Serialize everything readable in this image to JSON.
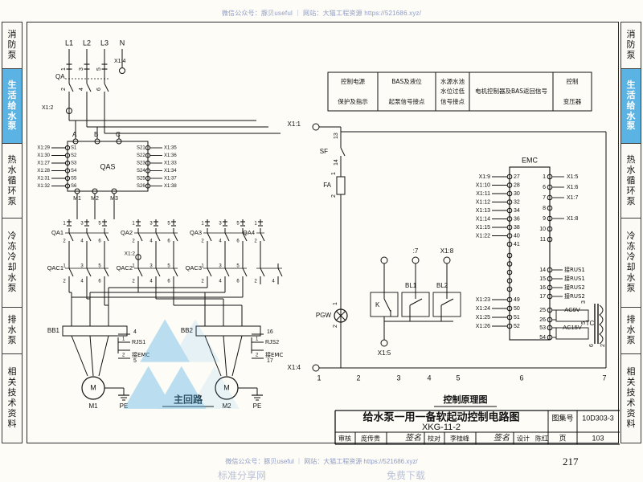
{
  "watermarks": {
    "top": "微信公众号：豚贝useful ｜ 网站：大猫工程资源 https://521686.xyz/",
    "bottom": "微信公众号：豚贝useful ｜ 网站：大猫工程资源 https://521686.xyz/",
    "bottom_left": "标准分享网",
    "bottom_right": "免费下载"
  },
  "page_number": "217",
  "sidebar": {
    "items": [
      {
        "id": "fire-pump",
        "label": "消防泵",
        "chars": [
          "消",
          "防",
          "泵"
        ],
        "active": false
      },
      {
        "id": "domestic-water-pump",
        "label": "生活给水泵",
        "chars": [
          "生",
          "活",
          "给",
          "水",
          "泵"
        ],
        "active": true
      },
      {
        "id": "hot-water-circulation-pump",
        "label": "热水循环泵",
        "chars": [
          "热",
          "水",
          "循",
          "环",
          "泵"
        ],
        "active": false
      },
      {
        "id": "chilled-cooling-water-pump",
        "label": "冷冻冷却水泵",
        "chars": [
          "冷",
          "冻",
          "冷",
          "却",
          "水",
          "泵"
        ],
        "active": false
      },
      {
        "id": "drainage-pump",
        "label": "排水泵",
        "chars": [
          "排",
          "水",
          "泵"
        ],
        "active": false
      },
      {
        "id": "related-technical-data",
        "label": "相关技术资料",
        "chars": [
          "相",
          "关",
          "技",
          "术",
          "资",
          "料"
        ],
        "active": false
      }
    ]
  },
  "title_block": {
    "drawing_title": "给水泵一用一备软起动控制电路图",
    "drawing_code": "XKG-11-2",
    "atlas_no_label": "图集号",
    "atlas_no_value": "10D303-3",
    "page_label": "页",
    "page_value": "103",
    "review_label": "审核",
    "review_name": "庞传贵",
    "check_label": "校对",
    "check_name": "李桂峰",
    "design_label": "设计",
    "design_name": "陈红"
  },
  "diagrams": {
    "main_circuit_title": "主回路",
    "control_circuit_title": "控制原理图"
  },
  "function_table": {
    "columns": [
      {
        "top": "控制电源",
        "bottom": "保护及指示"
      },
      {
        "top": "BAS及液位",
        "bottom": "起泵信号接点"
      },
      {
        "top": "水源水池",
        "mid": "水位过低",
        "bottom": "信号接点"
      },
      {
        "top": "",
        "mid": "电机控制器及BAS返回信号",
        "bottom": ""
      },
      {
        "top": "控制",
        "bottom": "变压器"
      }
    ]
  },
  "main_circuit": {
    "supply_phases": [
      "L1",
      "L2",
      "L3",
      "N"
    ],
    "neutral_terminal": "X1:4",
    "main_breaker": "QA",
    "main_breaker_in": [
      "1",
      "3",
      "5"
    ],
    "main_breaker_out": [
      "2",
      "4",
      "6"
    ],
    "x1_2_terminal": "X1:2",
    "soft_starter": {
      "name": "QAS",
      "phase_labels": [
        "A",
        "B",
        "C"
      ],
      "output_labels": [
        "M1",
        "M2",
        "M3"
      ],
      "left_terminals": [
        {
          "wire": "X1:29",
          "pin": "S1"
        },
        {
          "wire": "X1:30",
          "pin": "S2"
        },
        {
          "wire": "X1:27",
          "pin": "S3"
        },
        {
          "wire": "X1:28",
          "pin": "S4"
        },
        {
          "wire": "X1:31",
          "pin": "S5"
        },
        {
          "wire": "X1:32",
          "pin": "S6"
        }
      ],
      "right_terminals": [
        {
          "pin": "S21",
          "wire": "X1:35"
        },
        {
          "pin": "S22",
          "wire": "X1:36"
        },
        {
          "pin": "S23",
          "wire": "X1:33"
        },
        {
          "pin": "S24",
          "wire": "X1:34"
        },
        {
          "pin": "S25",
          "wire": "X1:37"
        },
        {
          "pin": "S26",
          "wire": "X1:38"
        }
      ]
    },
    "branch_breakers": [
      "QA1",
      "QA2",
      "QA3",
      "QA4"
    ],
    "branch_x1_2": "X1:2",
    "contactors": [
      "QAC1",
      "QAC2",
      "QAC3"
    ],
    "terminal_blocks": [
      "BB1",
      "BB2"
    ],
    "motors": [
      "M1",
      "M2"
    ],
    "motor_symbol": "M",
    "earth_labels": [
      "PE",
      "PE"
    ],
    "ct_left": {
      "name": "RJS1",
      "pins": [
        "1",
        "2"
      ],
      "note": "接EMC",
      "taps": [
        "4",
        "5"
      ]
    },
    "ct_right": {
      "name": "RJS2",
      "pins": [
        "1",
        "2"
      ],
      "note": "接EMC",
      "taps": [
        "16",
        "17"
      ]
    },
    "contact_pins_odd": [
      "1",
      "3",
      "5"
    ],
    "contact_pins_even": [
      "2",
      "4",
      "6"
    ]
  },
  "control_circuit": {
    "in_terminal": "X1:1",
    "bottom_terminal": "X1:4",
    "switch": {
      "name": "SF",
      "pins": [
        "13",
        "14"
      ]
    },
    "fuse": {
      "name": "FA",
      "pins": [
        "1",
        "2"
      ]
    },
    "lamp": {
      "name": "PGW",
      "pins": [
        "1",
        "2"
      ]
    },
    "relay_k": "K",
    "relay_k_out": "X1:5",
    "bl1": "BL1",
    "bl2": "BL2",
    "bl1_top": ":7",
    "bl2_top": "X1:8",
    "rail_numbers": [
      "1",
      "2",
      "3",
      "4",
      "5",
      "6",
      "7"
    ],
    "emc": {
      "name": "EMC",
      "left_rows": [
        {
          "wire": "X1:9",
          "pin": "27"
        },
        {
          "wire": "X1:10",
          "pin": "28"
        },
        {
          "wire": "X1:11",
          "pin": "30"
        },
        {
          "wire": "X1:12",
          "pin": "32"
        },
        {
          "wire": "X1:13",
          "pin": "34"
        },
        {
          "wire": "X1:14",
          "pin": "36"
        },
        {
          "wire": "X1:15",
          "pin": "38"
        },
        {
          "wire": "X1:22",
          "pin": "40"
        },
        {
          "wire": "",
          "pin": "41"
        }
      ],
      "left_rows_low": [
        {
          "wire": "X1:23",
          "pin": "49"
        },
        {
          "wire": "X1:24",
          "pin": "50"
        },
        {
          "wire": "X1:25",
          "pin": "51"
        },
        {
          "wire": "X1:26",
          "pin": "52"
        }
      ],
      "right_rows": [
        {
          "pin": "1",
          "wire": "X1:5"
        },
        {
          "pin": "6",
          "wire": "X1:6"
        },
        {
          "pin": "7",
          "wire": "X1:7"
        },
        {
          "pin": "8",
          "wire": ""
        },
        {
          "pin": "9",
          "wire": "X1:8"
        },
        {
          "pin": "10",
          "wire": ""
        },
        {
          "pin": "11",
          "wire": ""
        }
      ],
      "right_rows_rus": [
        {
          "pin": "14",
          "wire": "接RUS1"
        },
        {
          "pin": "15",
          "wire": "接RUS1"
        },
        {
          "pin": "16",
          "wire": "接RUS2"
        },
        {
          "pin": "17",
          "wire": "接RUS2"
        }
      ],
      "right_rows_tc": [
        {
          "pin": "25",
          "wire": "AC9V"
        },
        {
          "pin": "26",
          "wire": ""
        },
        {
          "pin": "53",
          "wire": "AC15V"
        },
        {
          "pin": "54",
          "wire": ""
        }
      ]
    },
    "transformer": {
      "name": "TC",
      "left_pins": [
        "3",
        "5"
      ],
      "right_pins": [
        "6",
        "2"
      ]
    }
  },
  "colors": {
    "accent": "#5bb3e4",
    "line": "#1a1a1a",
    "watermark": "#8e9bc4",
    "paper": "#fdfcf7"
  }
}
